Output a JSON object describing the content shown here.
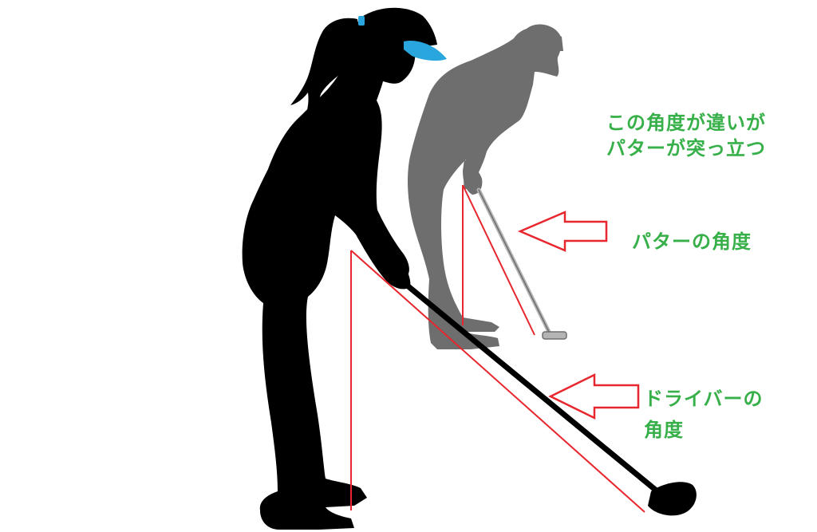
{
  "colors": {
    "background": "#ffffff",
    "silhouette_front": "#000000",
    "silhouette_back": "#6e6e6e",
    "visor": "#2aa6de",
    "angle_lines": "#e8262d",
    "label_text": "#38b04a"
  },
  "labels": {
    "difference_line1": "この角度が違いが",
    "difference_line2": "パターが突っ立つ",
    "putter_angle": "パターの角度",
    "driver_angle_line1": "ドライバーの",
    "driver_angle_line2": "角度"
  },
  "icons": {
    "front_golfer": "golfer-driver-silhouette",
    "back_golfer": "golfer-putter-silhouette",
    "arrows": "arrow-left-outline"
  }
}
